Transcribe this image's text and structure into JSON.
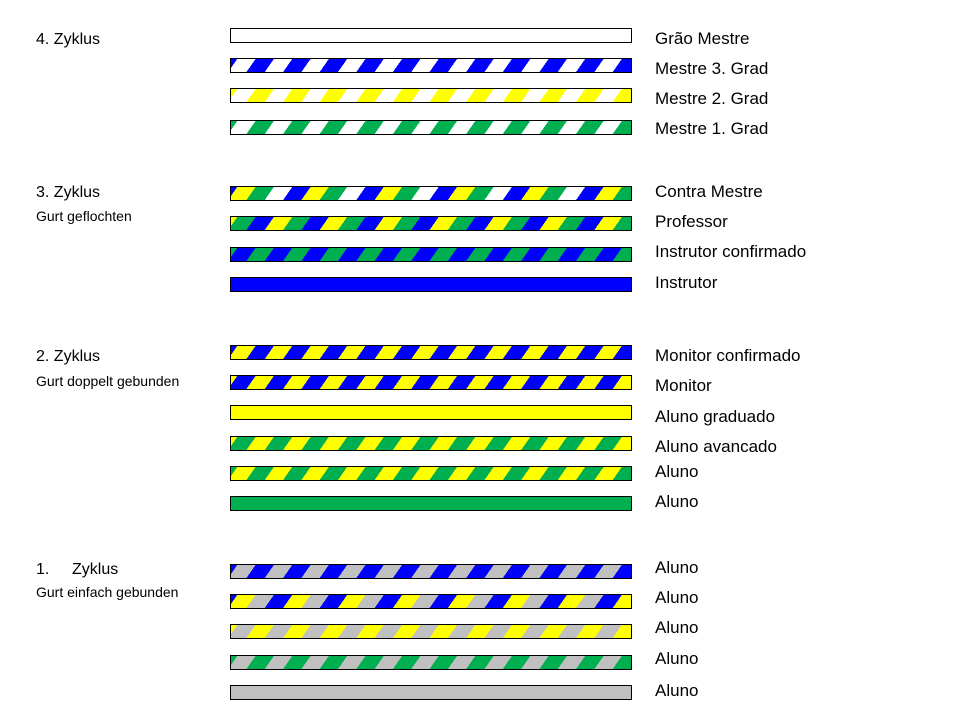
{
  "palette": {
    "white": "#ffffff",
    "blue": "#0000ff",
    "yellow": "#ffff00",
    "green": "#00b050",
    "gray": "#c0c0c0"
  },
  "cycles": [
    {
      "title": "4. Zyklus",
      "subtitle": "",
      "belts": [
        {
          "rank": "Grão Mestre",
          "colors": [
            "white"
          ]
        },
        {
          "rank": "Mestre 3. Grad",
          "colors": [
            "blue",
            "white"
          ]
        },
        {
          "rank": "Mestre 2. Grad",
          "colors": [
            "yellow",
            "white"
          ]
        },
        {
          "rank": "Mestre 1. Grad",
          "colors": [
            "green",
            "white"
          ]
        }
      ]
    },
    {
      "title": "3. Zyklus",
      "subtitle": "Gurt geflochten",
      "belts": [
        {
          "rank": "Contra Mestre",
          "colors": [
            "green",
            "yellow",
            "blue",
            "white"
          ]
        },
        {
          "rank": "Professor",
          "colors": [
            "green",
            "yellow",
            "blue"
          ]
        },
        {
          "rank": "Instrutor confirmado",
          "colors": [
            "green",
            "blue"
          ]
        },
        {
          "rank": "Instrutor",
          "colors": [
            "blue"
          ]
        }
      ]
    },
    {
      "title": "2. Zyklus",
      "subtitle": "Gurt doppelt gebunden",
      "belts": [
        {
          "rank": "Monitor confirmado",
          "colors": [
            "blue",
            "yellow"
          ]
        },
        {
          "rank": "Monitor",
          "colors": [
            "yellow",
            "blue"
          ]
        },
        {
          "rank": "Aluno graduado",
          "colors": [
            "yellow"
          ]
        },
        {
          "rank": "Aluno avancado",
          "colors": [
            "yellow",
            "green"
          ]
        },
        {
          "rank": "Aluno",
          "colors": [
            "green",
            "yellow"
          ]
        },
        {
          "rank": "Aluno",
          "colors": [
            "green"
          ]
        }
      ]
    },
    {
      "number": "1.",
      "title": "Zyklus",
      "subtitle": "Gurt einfach gebunden",
      "belts": [
        {
          "rank": "Aluno",
          "colors": [
            "blue",
            "gray"
          ]
        },
        {
          "rank": "Aluno",
          "colors": [
            "yellow",
            "blue",
            "gray"
          ]
        },
        {
          "rank": "Aluno",
          "colors": [
            "yellow",
            "gray"
          ]
        },
        {
          "rank": "Aluno",
          "colors": [
            "green",
            "gray"
          ]
        },
        {
          "rank": "Aluno",
          "colors": [
            "gray"
          ]
        }
      ]
    }
  ]
}
